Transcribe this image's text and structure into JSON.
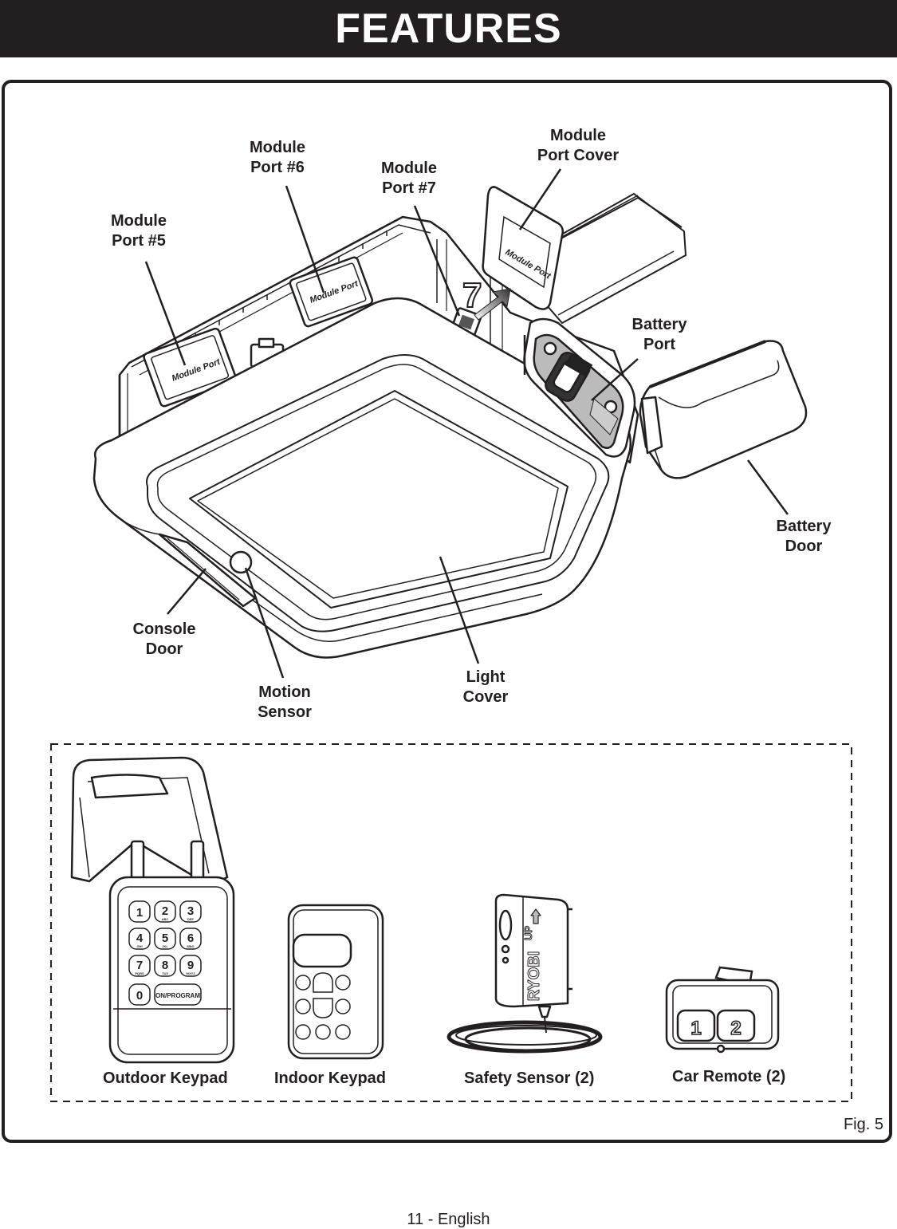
{
  "header": {
    "title": "FEATURES"
  },
  "callouts": {
    "module_port_5": [
      "Module",
      "Port #5"
    ],
    "module_port_6": [
      "Module",
      "Port #6"
    ],
    "module_port_7": [
      "Module",
      "Port #7"
    ],
    "module_port_cover": [
      "Module",
      "Port Cover"
    ],
    "battery_port": [
      "Battery",
      "Port"
    ],
    "battery_door": [
      "Battery",
      "Door"
    ],
    "console_door": [
      "Console",
      "Door"
    ],
    "motion_sensor": [
      "Motion",
      "Sensor"
    ],
    "light_cover": [
      "Light",
      "Cover"
    ]
  },
  "device_text": {
    "module_port": "Module Port",
    "port_number": "7",
    "on_program": "ON/PROGRAM",
    "keypad_digits": [
      "1",
      "2",
      "3",
      "4",
      "5",
      "6",
      "7",
      "8",
      "9",
      "0"
    ],
    "keypad_letters": [
      "",
      "ABC",
      "DEF",
      "GHI",
      "JKL",
      "MNO",
      "PQRS",
      "TUV",
      "WXYZ"
    ],
    "sensor_up": "UP",
    "sensor_brand": "RYOBI",
    "remote_buttons": [
      "1",
      "2"
    ]
  },
  "accessories": {
    "outdoor_keypad": "Outdoor Keypad",
    "indoor_keypad": "Indoor Keypad",
    "safety_sensor": "Safety Sensor (2)",
    "car_remote": "Car Remote (2)"
  },
  "figure_label": "Fig. 5",
  "footer": {
    "page": "11 - English"
  }
}
